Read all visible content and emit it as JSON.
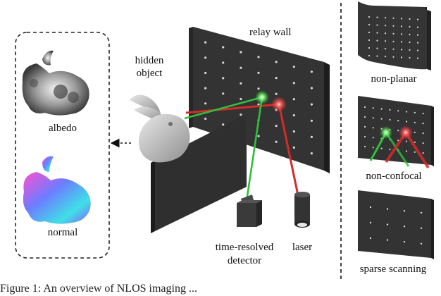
{
  "labels": {
    "relay_wall": "relay wall",
    "hidden_object_line1": "hidden",
    "hidden_object_line2": "object",
    "albedo": "albedo",
    "normal": "normal",
    "time_resolved_line1": "time-resolved",
    "time_resolved_line2": "detector",
    "laser": "laser",
    "non_planar": "non-planar",
    "non_confocal": "non-confocal",
    "sparse_scanning": "sparse scanning"
  },
  "caption_fragment": "Figure 1: An overview of NLOS imaging ...",
  "colors": {
    "wall": "#333333",
    "wall_side": "#1c1c1c",
    "laser_beam": "#d42a2a",
    "detector_beam": "#2fbf3a",
    "bunny": "#c9c9c9",
    "dashed_border": "#222222"
  }
}
